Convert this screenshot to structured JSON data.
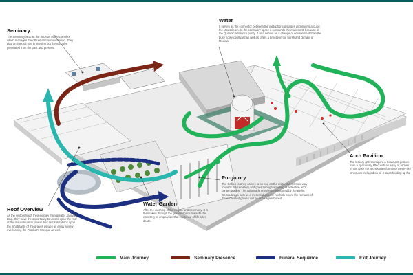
{
  "colors": {
    "main_journey": "#22b35a",
    "seminary_presence": "#7a2516",
    "funeral_sequence": "#1d2f80",
    "exit_journey": "#2bb6b0",
    "accent_red": "#d42a2a",
    "top_border": "#0b5a5c"
  },
  "callouts": {
    "seminary": {
      "title": "Seminary",
      "body": "The Seminary acts as the nucleus of the complex which manages the offices and administration. They play an integral role in keeping out the narrative generated from the past and present."
    },
    "water": {
      "title": "Water",
      "body": "It serves as the connector between the metaphorical stages and inverts around the Mausoleum. In the sanctuary space it surrounds the main tomb because of the Qur'anic reference purity. It also serves as a change of environment from the busy noisy courtyard as well as offers a breeze in the harsh arid climate of Medina."
    },
    "arch_pavilion": {
      "title": "Arch Pavilion",
      "body": "The tertiary graves require a treatment gesture from a spaciously lifted with an array of arches. In this case the arches transform into meets-like structures included on all 4 sides holding up the"
    },
    "purgatory": {
      "title": "Purgatory",
      "body": "The Callipo journey comes to an end as the visitor moves their way towards the cemetery and goes through a feeling of reflection and contemplation. The colonnade environment inspired by the Berlin Gemäuldsum acts as a memorial ground in which where the remains of the excavated graves will be once again buried."
    },
    "water_garden": {
      "title": "Water Garden",
      "body": "After the washing of the corpse and ceremony. It is then taken through the garden space towards the cemetery to emphasize that existence of life after death."
    },
    "roof_overview": {
      "title": "Roof Overview",
      "body": "As the visitors finish their journey from greater Jannatul Baqi, they have the opportunity to unlock upon the roof of the mausoleum to reveal their last salutations upon the inhabitants of the graves as well as enjoy a view overlooking the Prophet's Mosque as well."
    }
  },
  "legend": [
    {
      "label": "Main Journey",
      "color_key": "main_journey"
    },
    {
      "label": "Seminary Presence",
      "color_key": "seminary_presence"
    },
    {
      "label": "Funeral Sequence",
      "color_key": "funeral_sequence"
    },
    {
      "label": "Exit Journey",
      "color_key": "exit_journey"
    }
  ]
}
